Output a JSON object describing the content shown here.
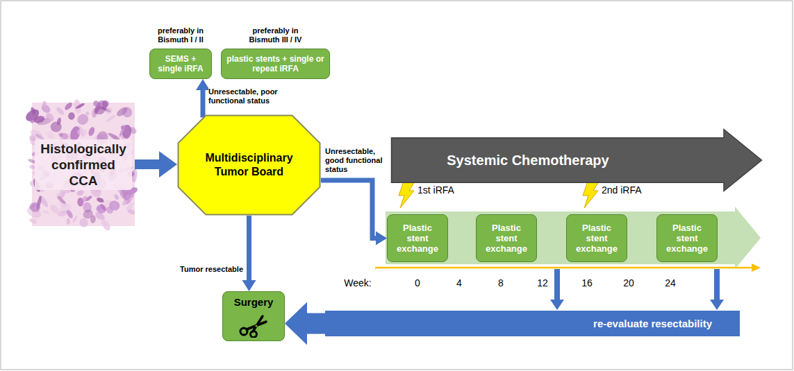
{
  "diagram": {
    "nodes": [
      {
        "text": [
          "Histologically confirmed CCA"
        ]
      },
      {
        "text": [
          "Multidisciplinary Tumor Board"
        ]
      },
      {
        "text": [
          "preferably in Bismuth I / II",
          "SEMS + single iRFA"
        ]
      },
      {
        "text": [
          "preferably in Bismuth III / IV",
          "plastic stents + single or repeat iRFA"
        ]
      },
      {
        "text": [
          "Systemic Chemotherapy"
        ]
      },
      {
        "text": [
          "Plastic stent exchange"
        ]
      },
      {
        "text": [
          "Plastic stent exchange"
        ]
      },
      {
        "text": [
          "Plastic stent exchange"
        ]
      },
      {
        "text": [
          "Plastic stent exchange"
        ]
      },
      {
        "text": [
          "re-evaluate resectability"
        ]
      },
      {
        "text": [
          "Surgery"
        ]
      }
    ],
    "edges": [
      {
        "from": 0,
        "to": 1,
        "arrow": "to"
      },
      {
        "from": 1,
        "to": 2,
        "label": "Unresectable, poor functional status",
        "arrow": "to"
      },
      {
        "from": 1,
        "to": 5,
        "label": "Unresectable, good functional status",
        "arrow": "to"
      },
      {
        "from": 1,
        "to": 10,
        "label": "Tumor resectable",
        "arrow": "to"
      },
      {
        "from": 9,
        "to": 10,
        "arrow": "to"
      }
    ],
    "labels": [
      "1st iRFA",
      "2nd iRFA",
      "Week:",
      "0",
      "4",
      "8",
      "12",
      "16",
      "20",
      "24"
    ]
  }
}
